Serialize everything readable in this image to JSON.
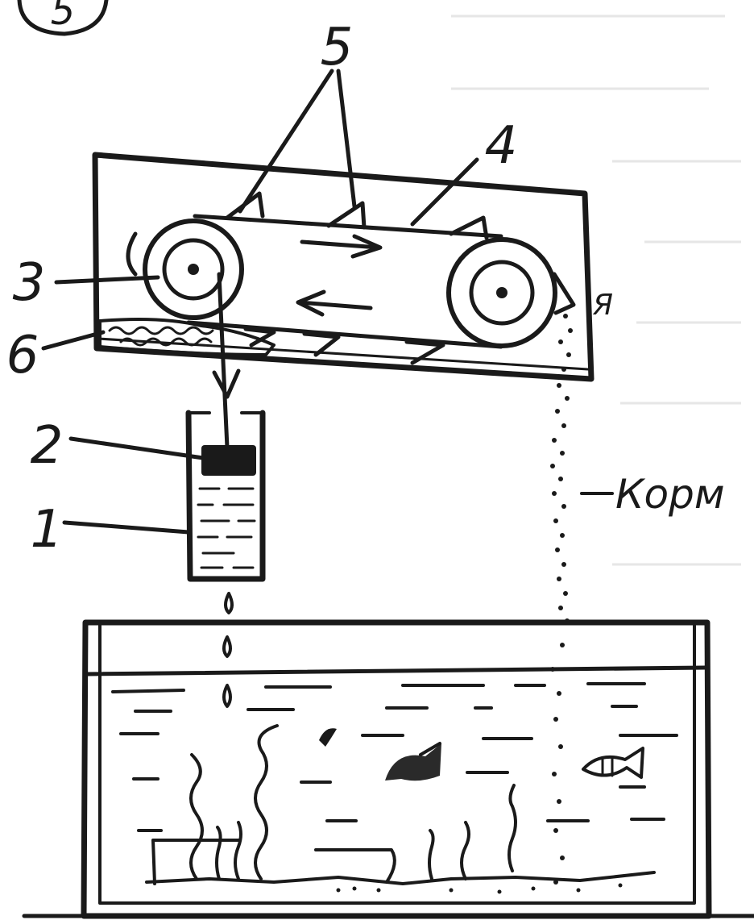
{
  "figure": {
    "number": "5"
  },
  "labels": {
    "label_1": "1",
    "label_2": "2",
    "label_3": "3",
    "label_4": "4",
    "label_5": "5",
    "label_6": "6",
    "label_ya": "Я",
    "label_korm": "Корм"
  },
  "colors": {
    "ink": "#1a1a1a",
    "paper": "#ffffff"
  }
}
